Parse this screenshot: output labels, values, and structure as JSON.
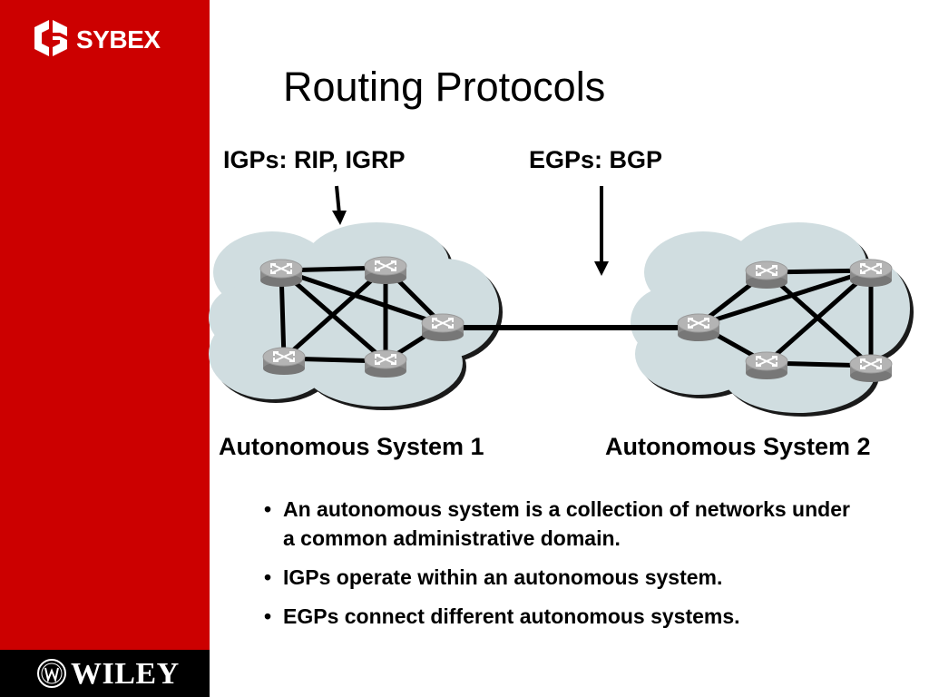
{
  "brand": {
    "publisher_logo": "SYBEX",
    "footer_logo": "WILEY",
    "sidebar_color": "#cc0000",
    "footer_color": "#000000"
  },
  "slide": {
    "title": "Routing Protocols",
    "igp_label": "IGPs: RIP, IGRP",
    "egp_label": "EGPs: BGP",
    "as1_label": "Autonomous System 1",
    "as2_label": "Autonomous System 2"
  },
  "diagram": {
    "cloud_color": "#d0dde0",
    "router_icon": "router-icon",
    "as1_router_count": 5,
    "as2_router_count": 5
  },
  "bullets": [
    "An autonomous system is a collection of networks under a common administrative domain.",
    "IGPs operate within an autonomous system.",
    "EGPs connect different autonomous systems."
  ]
}
